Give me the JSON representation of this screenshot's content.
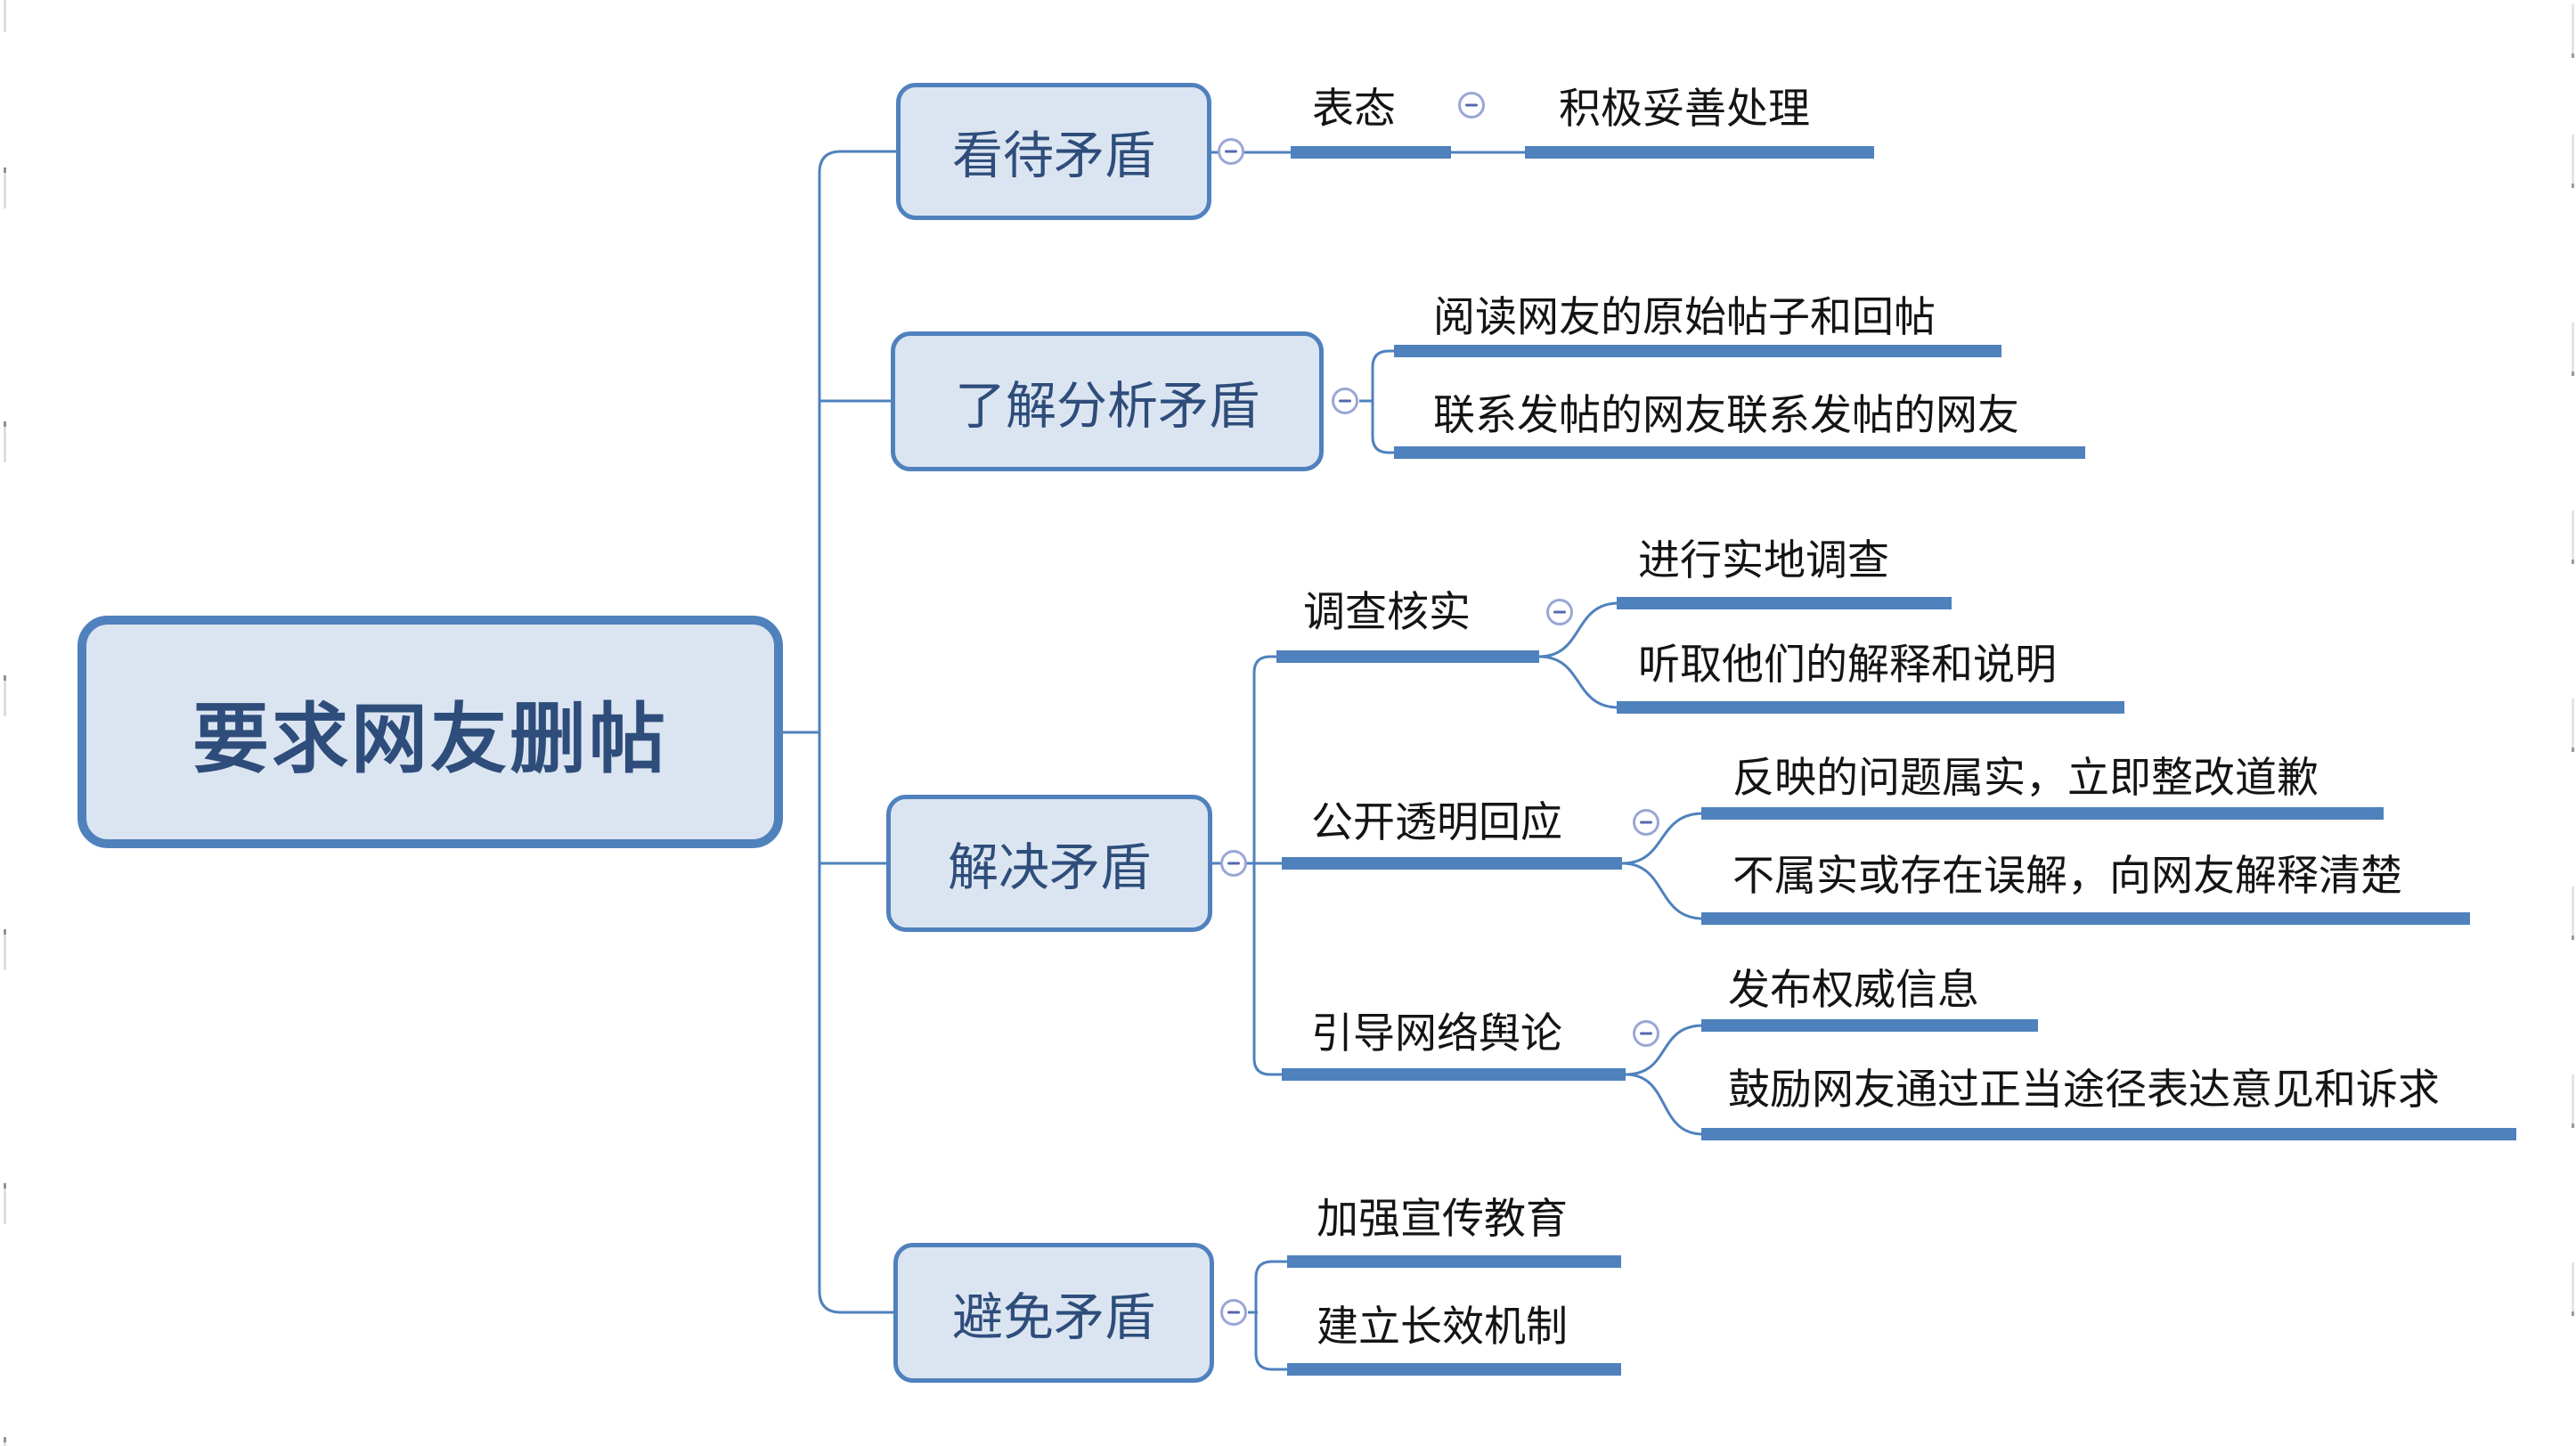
{
  "colors": {
    "node_fill": "#dbe5f1",
    "node_border": "#4f81bd",
    "connector_line": "#4f81bd",
    "node_text": "#2e4d7b",
    "leaf_text": "#141414",
    "collapse_ring": "#9aa6d6",
    "collapse_minus": "#5567b0"
  },
  "mindmap": {
    "root": {
      "label": "要求网友删帖"
    },
    "branches": [
      {
        "label": "看待矛盾",
        "children": [
          {
            "label": "表态",
            "children": [
              {
                "label": "积极妥善处理",
                "children": []
              }
            ]
          }
        ]
      },
      {
        "label": "了解分析矛盾",
        "children": [
          {
            "label": "阅读网友的原始帖子和回帖",
            "children": []
          },
          {
            "label": "联系发帖的网友联系发帖的网友",
            "children": []
          }
        ]
      },
      {
        "label": "解决矛盾",
        "children": [
          {
            "label": "调查核实",
            "children": [
              {
                "label": "进行实地调查",
                "children": []
              },
              {
                "label": "听取他们的解释和说明",
                "children": []
              }
            ]
          },
          {
            "label": "公开透明回应",
            "children": [
              {
                "label": "反映的问题属实，立即整改道歉",
                "children": []
              },
              {
                "label": "不属实或存在误解，向网友解释清楚",
                "children": []
              }
            ]
          },
          {
            "label": "引导网络舆论",
            "children": [
              {
                "label": "发布权威信息",
                "children": []
              },
              {
                "label": "鼓励网友通过正当途径表达意见和诉求",
                "children": []
              }
            ]
          }
        ]
      },
      {
        "label": "避免矛盾",
        "children": [
          {
            "label": "加强宣传教育",
            "children": []
          },
          {
            "label": "建立长效机制",
            "children": []
          }
        ]
      }
    ]
  }
}
